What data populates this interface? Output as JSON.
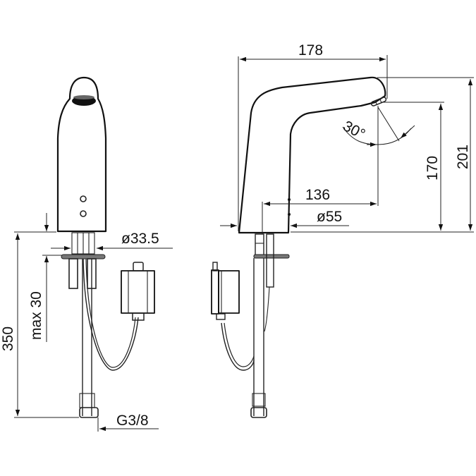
{
  "drawing": {
    "title": "Faucet technical dimension drawing",
    "views": [
      "front-view",
      "side-view"
    ],
    "dimensions": {
      "width_total": "178",
      "height_total": "201",
      "outlet_height": "170",
      "reach": "136",
      "base_diameter": "ø55",
      "shank_diameter": "ø33.5",
      "max_counter_thickness": "max 30",
      "hose_length": "350",
      "connection_thread": "G3/8",
      "spray_angle": "30°"
    },
    "colors": {
      "line": "#111111",
      "background": "#ffffff"
    }
  }
}
